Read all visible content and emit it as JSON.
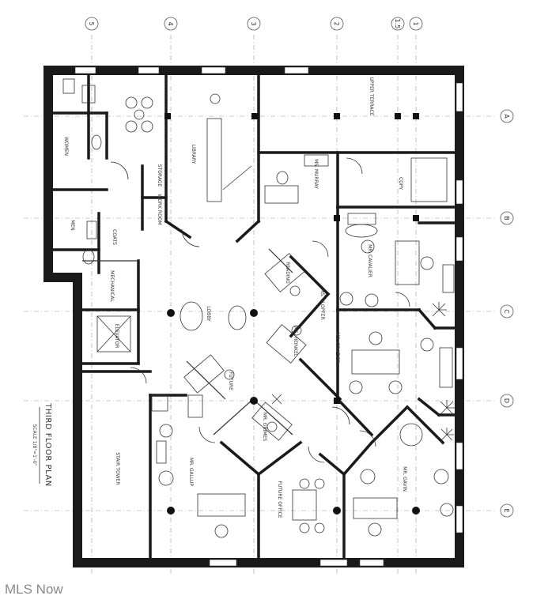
{
  "plan": {
    "grid_columns_top": [
      "5",
      "4",
      "3",
      "2",
      "1.5",
      "1"
    ],
    "grid_rows_right": [
      "A",
      "B",
      "C",
      "D",
      "E"
    ],
    "rooms": {
      "women": "WOMEN",
      "men": "MEN",
      "library": "LIBRARY",
      "mechanical": "MECHANICAL",
      "elevator": "ELEVATOR",
      "stair_tower": "STAIR TOWER",
      "future_office": "FUTURE OFFICE",
      "lobby": "LOBBY",
      "ms_murray": "MS. MURRAY",
      "mr_gallup": "MR. GALLUP",
      "mr_grimes": "MR. GRIMES",
      "mr_cavalier": "MR. CAVALIER",
      "ms_klopfer": "MS. KLOPFER",
      "ms_heinkel": "MS. HEINKEL",
      "ms_grazier": "MS. GRAZIER",
      "mr_gavin": "MR. GAVIN",
      "future": "FUTURE",
      "reading": "READING",
      "storage": "STORAGE",
      "work_room": "WORK ROOM",
      "upper_terrace": "UPPER TERRACE",
      "copy": "COPY",
      "coats": "COATS"
    },
    "title": "THIRD FLOOR PLAN",
    "scale": "SCALE 1/8\"=1'-0\""
  },
  "watermark": "MLS Now"
}
